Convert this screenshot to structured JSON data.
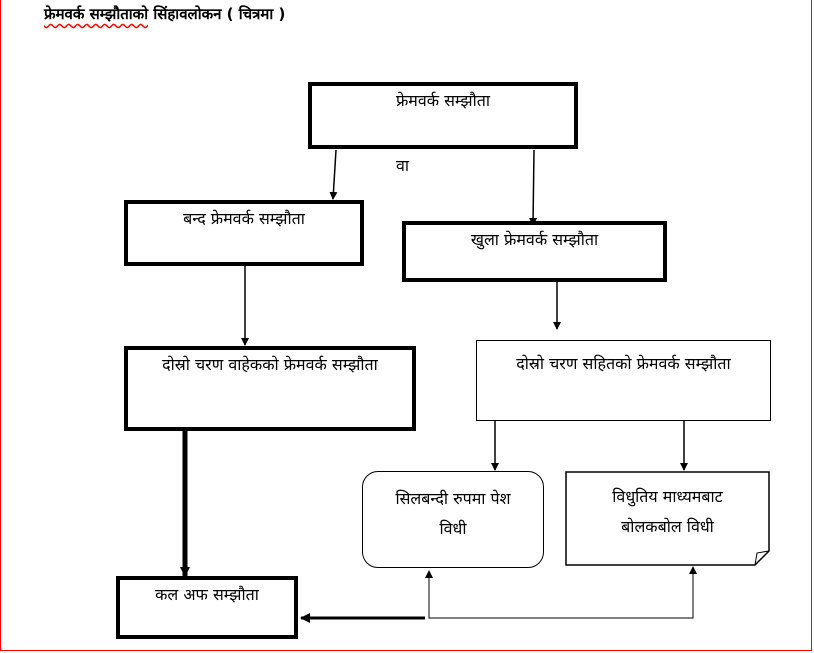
{
  "heading": {
    "part1": "फ्रेमवर्क सम्झौताको",
    "part2": "सिंहावलोकन ( चित्रमा )"
  },
  "nodes": {
    "framework": "फ्रेमवर्क सम्झौता",
    "or_label": "वा",
    "closed": "बन्द फ्रेमवर्क सम्झौता",
    "open": "खुला फ्रेमवर्क सम्झौता",
    "without_second": "दोस्रो चरण वाहेकको फ्रेमवर्क सम्झौता",
    "with_second": "दोस्रो चरण सहितको फ्रेमवर्क सम्झौता",
    "sealed": "सिलबन्दी रुपमा पेश विधी",
    "electronic": "विधुतिय माध्यमबाट बोलकबोल विधी",
    "calloff": "कल अफ सम्झौता"
  },
  "colors": {
    "border": "#ff0000",
    "ink": "#000000"
  }
}
